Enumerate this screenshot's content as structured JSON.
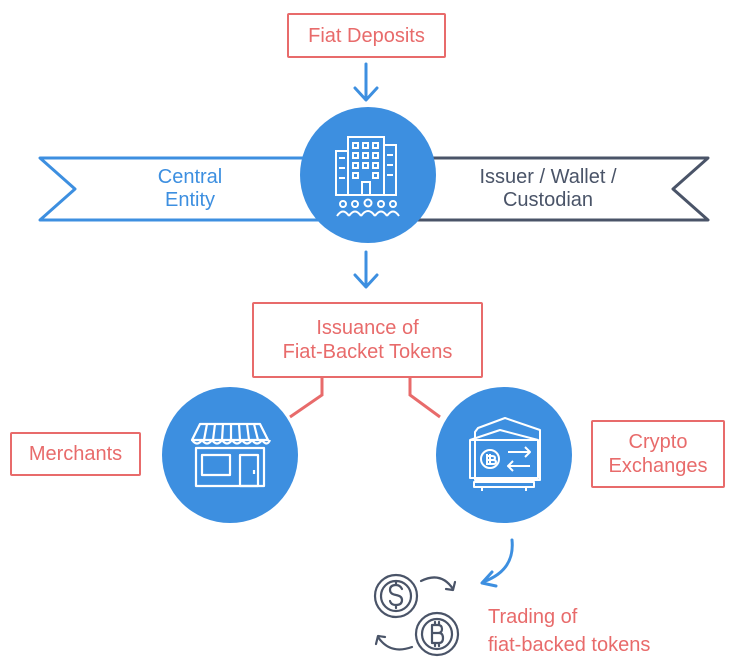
{
  "top_box": "Fiat Deposits",
  "center": {
    "left_label": "Central\nEntity",
    "right_label": "Issuer / Wallet /\nCustodian"
  },
  "issuance_box": "Issuance of\nFiat-Backet Tokens",
  "merchants_box": "Merchants",
  "crypto_box": "Crypto\nExchanges",
  "trading_text": "Trading of\nfiat-backed tokens",
  "icons": {
    "center": "office-building-people-icon",
    "merchants": "storefront-icon",
    "crypto": "exchange-terminal-icon",
    "trading": "dollar-bitcoin-exchange-icon"
  },
  "colors": {
    "blue": "#3d8fe0",
    "red": "#e86b6b",
    "slate": "#4a5468"
  }
}
